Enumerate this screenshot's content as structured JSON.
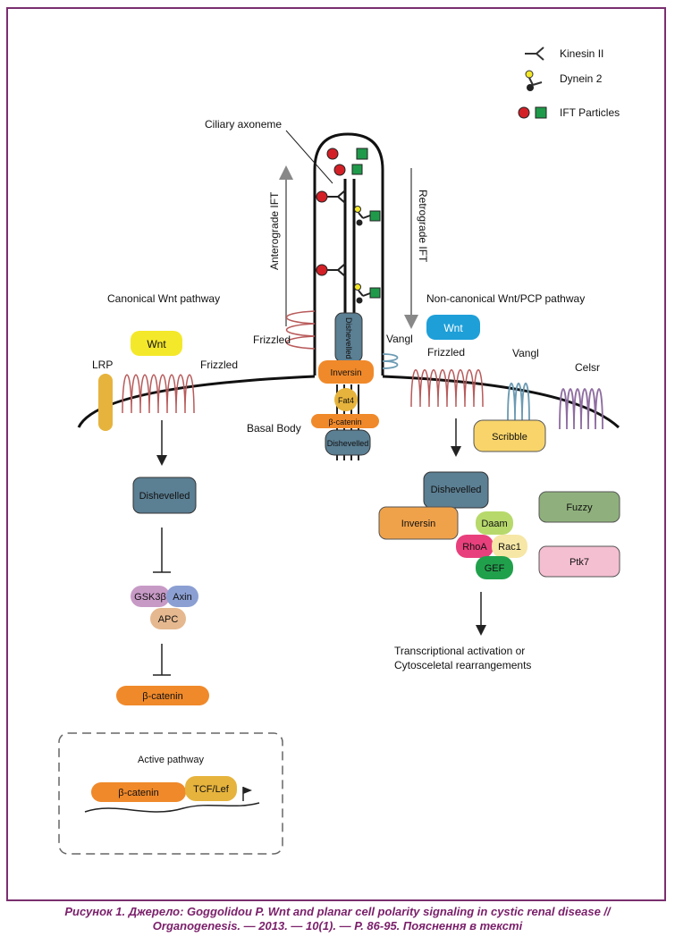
{
  "legend": {
    "kinesin": "Kinesin II",
    "dynein": "Dynein 2",
    "ift": "IFT Particles"
  },
  "labels": {
    "ciliary_axoneme": "Ciliary axoneme",
    "anterograde": "Anterograde IFT",
    "retrograde": "Retrograde IFT",
    "canonical": "Canonical Wnt pathway",
    "noncanonical": "Non-canonical Wnt/PCP pathway",
    "basal_body": "Basal Body",
    "transcription_line1": "Transcriptional activation or",
    "transcription_line2": "Cytosceletal rearrangements",
    "active_pathway": "Active pathway"
  },
  "receptors": {
    "lrp": "LRP",
    "wnt_left": "Wnt",
    "frizzled_left": "Frizzled",
    "frizzled_cilium": "Frizzled",
    "vangl_cilium": "Vangl",
    "wnt_right": "Wnt",
    "frizzled_right": "Frizzled",
    "vangl_right": "Vangl",
    "celsr": "Celsr"
  },
  "proteins": {
    "dishevelled_cilium": "Dishevelled",
    "inversin_cilium": "Inversin",
    "fat4": "Fat4",
    "bcatenin_basal": "β-catenin",
    "dishevelled_basal": "Dishevelled",
    "dishevelled_left": "Dishevelled",
    "gsk3b": "GSK3β",
    "axin": "Axin",
    "apc": "APC",
    "bcatenin_left": "β-catenin",
    "bcatenin_active": "β-catenin",
    "tcf_lef": "TCF/Lef",
    "scribble": "Scribble",
    "dishevelled_right": "Dishevelled",
    "inversin_right": "Inversin",
    "daam": "Daam",
    "rhoa": "RhoA",
    "rac1": "Rac1",
    "gef": "GEF",
    "fuzzy": "Fuzzy",
    "ptk7": "Ptk7"
  },
  "caption": {
    "line1": "Рисунок 1. Джерело: Goggolidou P. Wnt and planar cell polarity signaling in cystic renal disease //",
    "line2": "Organogenesis. — 2013. — 10(1). — P. 86-95. Пояснення в тексті"
  },
  "colors": {
    "frame": "#7a2f6f",
    "ift_red": "#d32027",
    "ift_green": "#1f9a4a",
    "dishevelled": "#5b7f93",
    "orange": "#f0892a",
    "wnt_yellow": "#f4e82a",
    "wnt_blue": "#1e9fd8",
    "frizzled": "#b85a5a",
    "vangl": "#6b9ab3",
    "celsr": "#8e6ca0",
    "scribble": "#f8d46a",
    "fuzzy": "#8fb07c",
    "ptk7": "#f5bfd2",
    "rhoa": "#e8407c",
    "gef": "#21a04c",
    "daam": "#b7d96b",
    "rac1": "#f6e7a6",
    "gsk3b": "#c79ac6",
    "axin": "#8b9fd3",
    "apc": "#e5b88f"
  }
}
